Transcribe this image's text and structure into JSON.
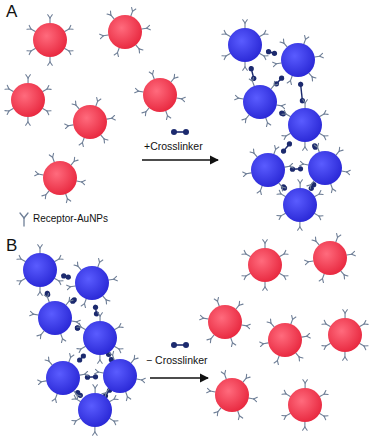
{
  "diagram": {
    "labels": [
      "A",
      "+Crosslinker",
      "B",
      "− Crosslinker"
    ],
    "legend": [
      {
        "text": "Receptor-AuNPs"
      }
    ]
  }
}
